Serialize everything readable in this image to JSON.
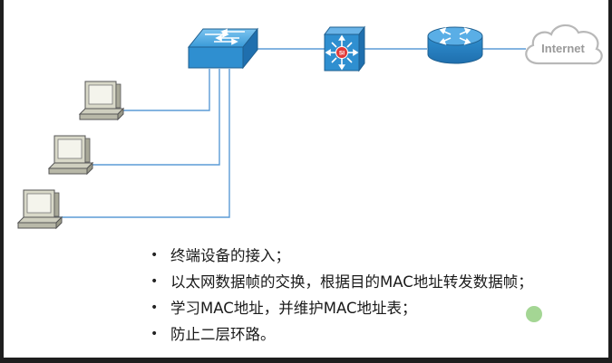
{
  "diagram": {
    "internet_label": "Internet",
    "l3_switch_label": "SI",
    "icons": {
      "switch": "l2-switch-icon",
      "l3_switch": "l3-switch-icon",
      "router": "router-icon",
      "cloud": "internet-cloud-icon",
      "pc": "pc-icon"
    },
    "colors": {
      "device_blue": "#2f8fd0",
      "link_blue": "#5b9bd5",
      "cloud_gray": "#b8b8b8",
      "l3_badge": "#e23a3a"
    }
  },
  "bullets": [
    {
      "text": "终端设备的接入；"
    },
    {
      "text": "以太网数据帧的交换，根据目的MAC地址转发数据帧；"
    },
    {
      "text": "学习MAC地址，并维护MAC地址表；"
    },
    {
      "text": "防止二层环路。"
    }
  ]
}
